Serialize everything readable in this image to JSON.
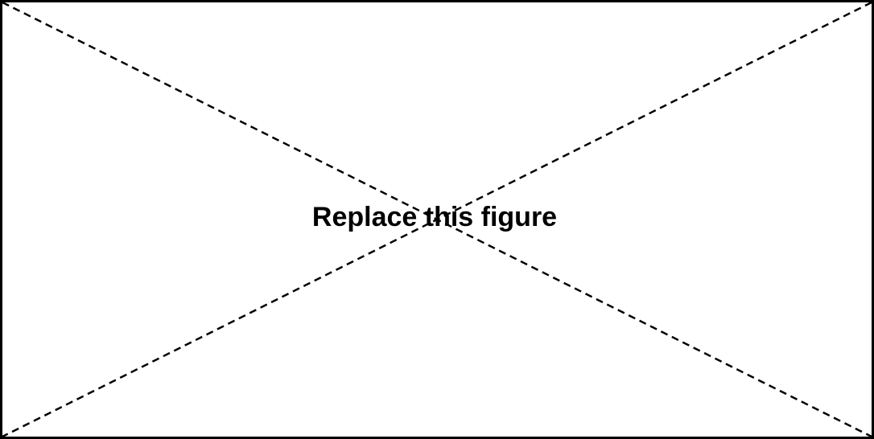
{
  "figure": {
    "label": "Replace this figure",
    "stroke_color": "#000000",
    "background_color": "#ffffff",
    "border_style": "solid",
    "diagonal_style": "dashed"
  }
}
